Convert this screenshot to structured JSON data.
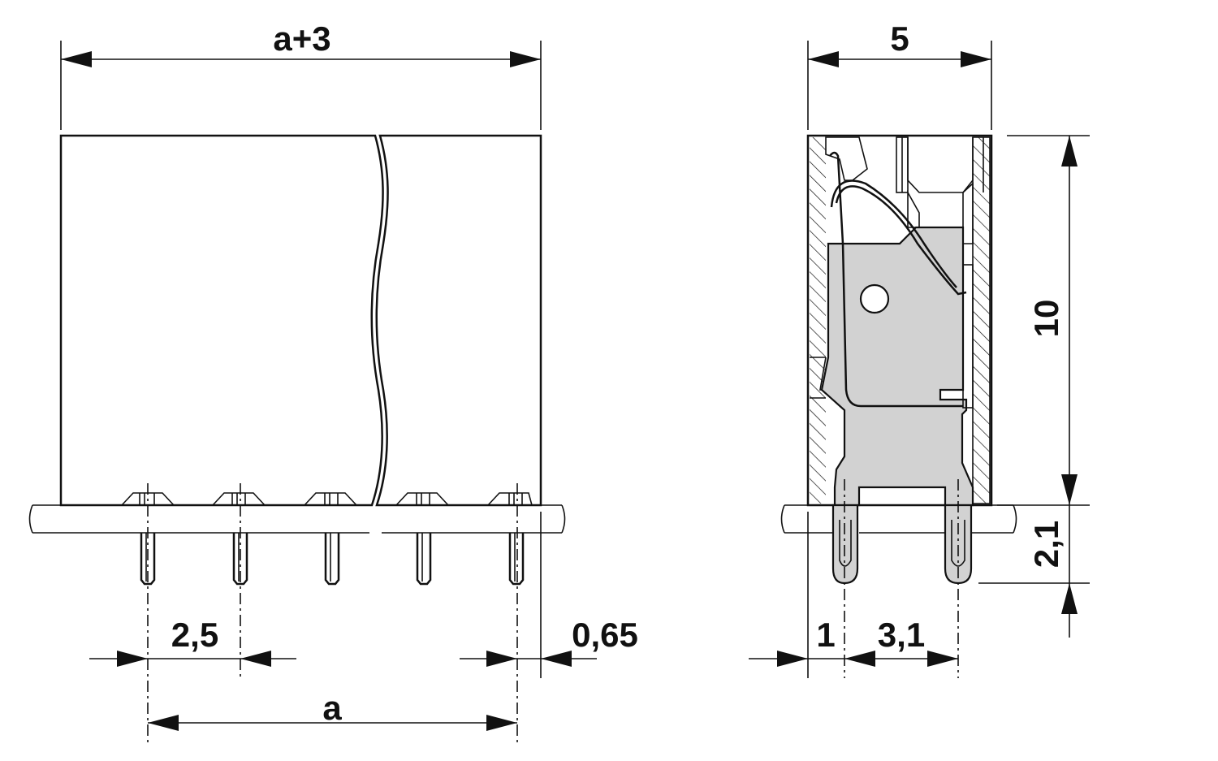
{
  "drawing": {
    "front_view": {
      "overall_width_label": "a+3",
      "pitch_label": "2,5",
      "pin_span_label": "a",
      "edge_offset_label": "0,65"
    },
    "side_view": {
      "depth_label": "5",
      "height_label": "10",
      "pin_length_label": "2,1",
      "pin_offset_label": "1",
      "pin_spacing_label": "3,1"
    }
  }
}
